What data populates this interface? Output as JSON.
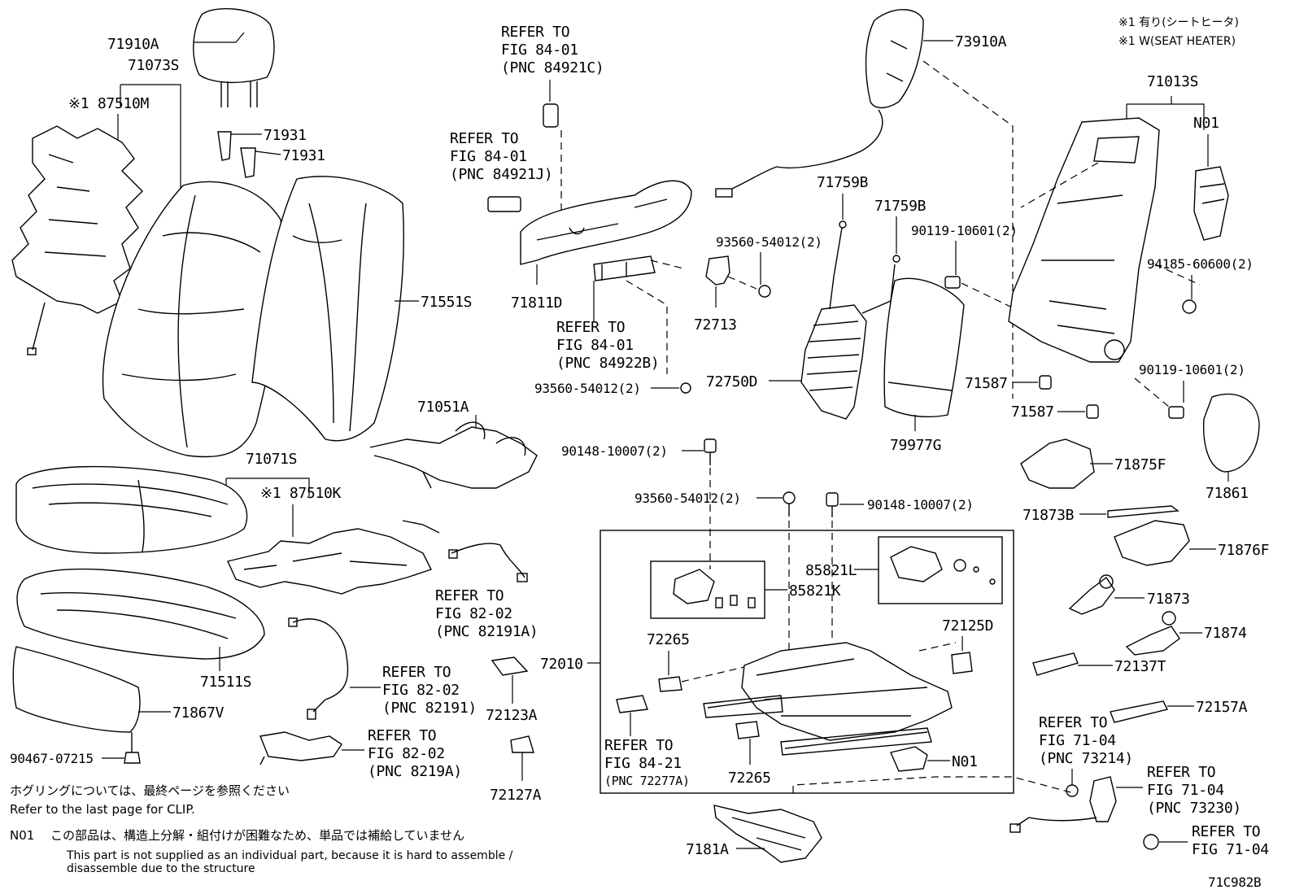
{
  "legend": {
    "line1": "※1 有り(シートヒータ)",
    "line2": "※1 W(SEAT HEATER)"
  },
  "labels": {
    "p71910A": "71910A",
    "p71073S": "71073S",
    "p87510M": "※1 87510M",
    "p71931a": "71931",
    "p71931b": "71931",
    "p71551S": "71551S",
    "p71071S": "71071S",
    "p87510K": "※1 87510K",
    "p71511S": "71511S",
    "p71867V": "71867V",
    "p90467": "90467-07215",
    "p71051A": "71051A",
    "p71811D": "71811D",
    "p72713": "72713",
    "p93560a": "93560-54012(2)",
    "p93560b": "93560-54012(2)",
    "p93560c": "93560-54012(2)",
    "p73910A": "73910A",
    "p71759Ba": "71759B",
    "p71759Bb": "71759B",
    "p72750D": "72750D",
    "p79977G": "79977G",
    "p90119a": "90119-10601(2)",
    "p90119b": "90119-10601(2)",
    "p71013S": "71013S",
    "pN01a": "N01",
    "p94185": "94185-60600(2)",
    "p71587a": "71587",
    "p71587b": "71587",
    "p71861": "71861",
    "p71875F": "71875F",
    "p71873B": "71873B",
    "p71876F": "71876F",
    "p71873": "71873",
    "p71874": "71874",
    "p72137T": "72137T",
    "p72157A": "72157A",
    "p90148a": "90148-10007(2)",
    "p90148b": "90148-10007(2)",
    "p85821L": "85821L",
    "p85821K": "85821K",
    "p72265a": "72265",
    "p72265b": "72265",
    "p72125D": "72125D",
    "p72010": "72010",
    "pN01b": "N01",
    "p72123A": "72123A",
    "p72127A": "72127A",
    "p7181A": "7181A",
    "figcode": "71C982B"
  },
  "refs": {
    "r1": [
      "REFER TO",
      "FIG 84-01",
      "(PNC 84921C)"
    ],
    "r2": [
      "REFER TO",
      "FIG 84-01",
      "(PNC 84921J)"
    ],
    "r3": [
      "REFER TO",
      "FIG 84-01",
      "(PNC 84922B)"
    ],
    "r4": [
      "REFER TO",
      "FIG 82-02",
      "(PNC 82191A)"
    ],
    "r5": [
      "REFER TO",
      "FIG 82-02",
      "(PNC 82191)"
    ],
    "r6": [
      "REFER TO",
      "FIG 82-02",
      "(PNC 8219A)"
    ],
    "r7": [
      "REFER TO",
      "FIG 84-21",
      "(PNC 72277A)"
    ],
    "r8": [
      "REFER TO",
      "FIG 71-04",
      "(PNC 73214)"
    ],
    "r9": [
      "REFER TO",
      "FIG 71-04",
      "(PNC 73230)"
    ],
    "r10": [
      "REFER TO",
      "FIG 71-04"
    ]
  },
  "notes": {
    "clip_jp": "ホグリングについては、最終ページを参照ください",
    "clip_en": "Refer to the last page for CLIP.",
    "n01_code": "N01",
    "n01_jp": "この部品は、構造上分解・組付けが困難なため、単品では補給していません",
    "n01_en1": "This part is not supplied as an individual part, because it is hard to assemble /",
    "n01_en2": "disassemble due to the structure"
  }
}
